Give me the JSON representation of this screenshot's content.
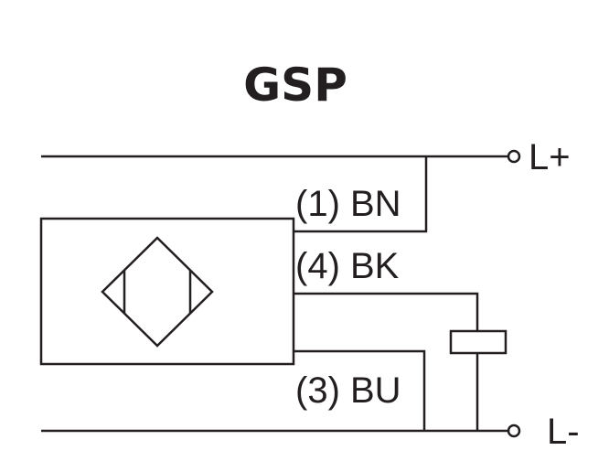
{
  "title": "GSP",
  "terminals": {
    "positive": "L+",
    "negative": "L-"
  },
  "wires": [
    {
      "label": "(1) BN"
    },
    {
      "label": "(4) BK"
    },
    {
      "label": "(3) BU"
    }
  ],
  "colors": {
    "line": "#231f20",
    "background": "#ffffff"
  },
  "icons": {
    "sensor_symbol": "inductive-proximity-sensor-diamond",
    "load": "load-resistor-box",
    "terminal": "open-circle-terminal"
  }
}
